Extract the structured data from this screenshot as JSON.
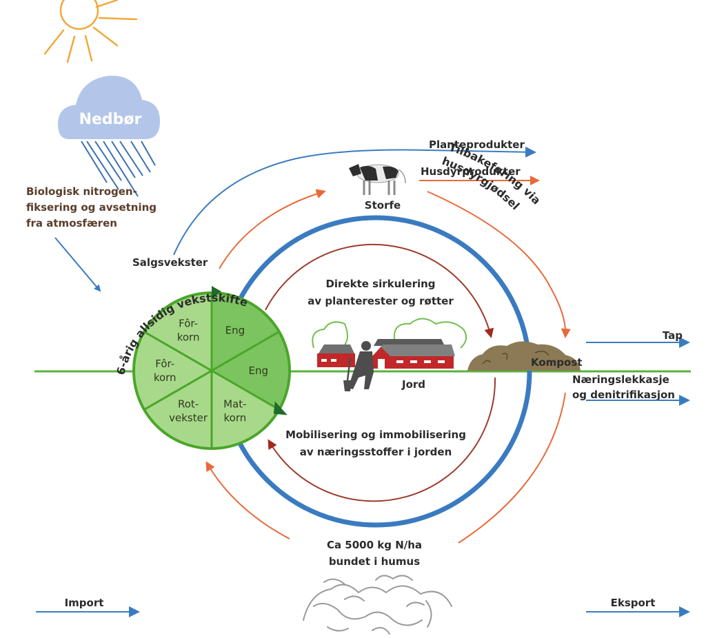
{
  "colors": {
    "blue": "#3a7bc0",
    "orange": "#e8693a",
    "dark_red": "#9c3a2a",
    "green_line": "#58b23a",
    "wheel_light": "#a8d98a",
    "wheel_dark": "#7cc460",
    "wheel_border": "#4aa62a",
    "sun": "#f0a83a",
    "cloud": "#b3c6ea",
    "compost": "#8b7a55",
    "barn_red": "#c0282a",
    "roof_grey": "#6d6d6d",
    "humus_grey": "#9a9a9a"
  },
  "sky": {
    "cloud_label": "Nedbør",
    "atmosphere_label": [
      "Biologisk nitrogen-",
      "fiksering og avsetning",
      "fra atmosfæren"
    ]
  },
  "outputs": {
    "plant_products": "Planteprodukter",
    "animal_products": "Husdyrprodukter",
    "cattle": "Storfe",
    "manure_return": [
      "Tilbakeføring via",
      "husdyrgjødsel"
    ],
    "cash_crops": "Salgsvekster"
  },
  "rotation": {
    "title": "6-årig allsidig vekstskifte",
    "segments": [
      {
        "label": [
          "Eng"
        ],
        "shade": "dark"
      },
      {
        "label": [
          "Eng"
        ],
        "shade": "dark"
      },
      {
        "label": [
          "Mat-",
          "korn"
        ],
        "shade": "light"
      },
      {
        "label": [
          "Rot-",
          "vekster"
        ],
        "shade": "light"
      },
      {
        "label": [
          "Fôr-",
          "korn"
        ],
        "shade": "light"
      },
      {
        "label": [
          "Fôr-",
          "korn"
        ],
        "shade": "light"
      }
    ]
  },
  "center": {
    "direct_cycling": [
      "Direkte sirkulering",
      "av planterester og røtter"
    ],
    "soil_label": "Jord",
    "compost_label": "Kompost",
    "mobilisation": [
      "Mobilisering og immobilisering",
      "av næringsstoffer i jorden"
    ],
    "humus": [
      "Ca 5000 kg N/ha",
      "bundet i humus"
    ]
  },
  "losses": {
    "loss_label": "Tap",
    "leaching": [
      "Næringslekkasje",
      "og denitrifikasjon"
    ]
  },
  "flows": {
    "import_label": "Import",
    "export_label": "Eksport"
  }
}
